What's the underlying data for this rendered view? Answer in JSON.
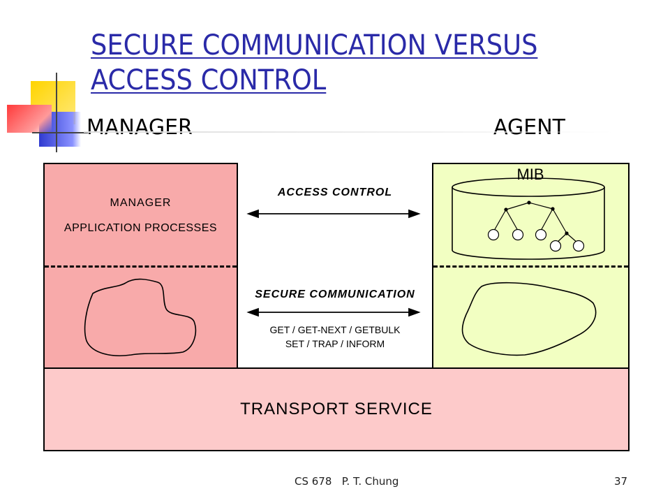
{
  "slide": {
    "title": "SECURE COMMUNICATION VERSUS ACCESS CONTROL",
    "footer_center": "CS 678   P. T. Chung",
    "page_number": "37"
  },
  "headers": {
    "manager": "MANAGER",
    "agent": "AGENT"
  },
  "diagram": {
    "manager_box_line1": "MANAGER",
    "manager_box_line2": "APPLICATION PROCESSES",
    "mib_label": "MIB",
    "access_control": "ACCESS CONTROL",
    "secure_communication": "SECURE COMMUNICATION",
    "operations_line1": "GET / GET-NEXT / GETBULK",
    "operations_line2": "SET / TRAP / INFORM",
    "transport_service": "TRANSPORT SERVICE"
  },
  "colors": {
    "title": "#2a2aa8",
    "manager_fill": "#f8aaaa",
    "agent_fill": "#f2ffc2",
    "transport_fill": "#fdcaca"
  }
}
